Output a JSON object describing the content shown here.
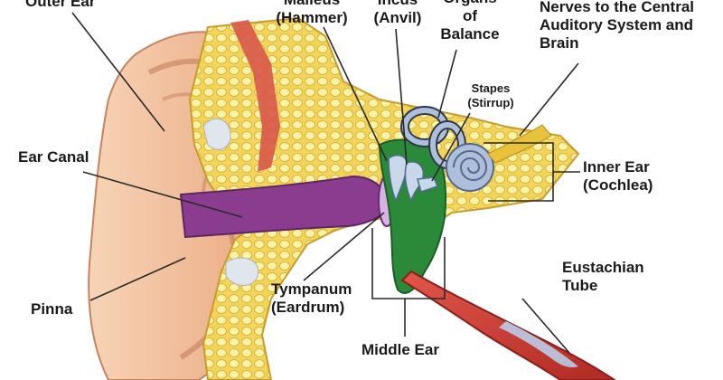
{
  "labels": {
    "outer_ear": "Outer Ear",
    "malleus": [
      "Malleus",
      "(Hammer)"
    ],
    "incus": [
      "Incus",
      "(Anvil)"
    ],
    "balance": [
      "Organs",
      "of",
      "Balance"
    ],
    "nerves": [
      "Nerves to the Central",
      "Auditory System and",
      "Brain"
    ],
    "stapes": [
      "Stapes",
      "(Stirrup)"
    ],
    "ear_canal": "Ear Canal",
    "inner_ear": [
      "Inner Ear",
      "(Cochlea)"
    ],
    "eustachian": [
      "Eustachian",
      "Tube"
    ],
    "pinna": "Pinna",
    "tympanum": [
      "Tympanum",
      "(Eardrum)"
    ],
    "middle_ear": "Middle Ear"
  },
  "colors": {
    "skin": "#f2c4a0",
    "skin_shadow": "#d98f6a",
    "bone": "#f4d55c",
    "bone_cell": "#fbf3a8",
    "canal": "#8a3d8f",
    "middle_ear": "#2a8a3a",
    "tube": "#c8342c",
    "inner_ear": "#aebfdc",
    "lines": "#2a2a2a"
  }
}
